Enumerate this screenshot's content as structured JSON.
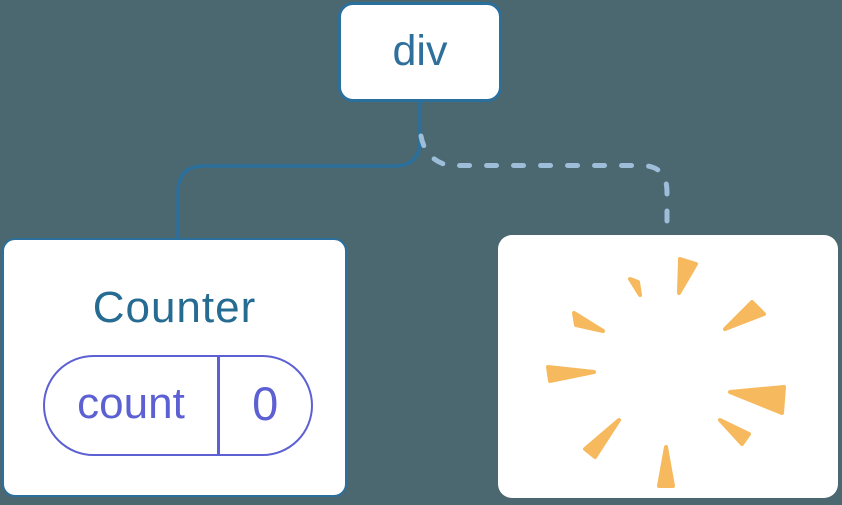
{
  "background_color": "#4b6770",
  "colors": {
    "node_blue": "#2b6f9c",
    "node_text_blue": "#2e6f9c",
    "title_blue": "#266b91",
    "state_indigo": "#5c60d2",
    "dashed_light_blue": "#9dbdd8",
    "poof_orange": "#f7b95e",
    "card_white": "#ffffff"
  },
  "tree": {
    "root": {
      "label": "div"
    },
    "counter": {
      "title": "Counter",
      "state": {
        "key": "count",
        "value": "0"
      },
      "connector_style": "solid"
    },
    "removed": {
      "icon": "poof-icon",
      "connector_style": "dashed"
    }
  }
}
